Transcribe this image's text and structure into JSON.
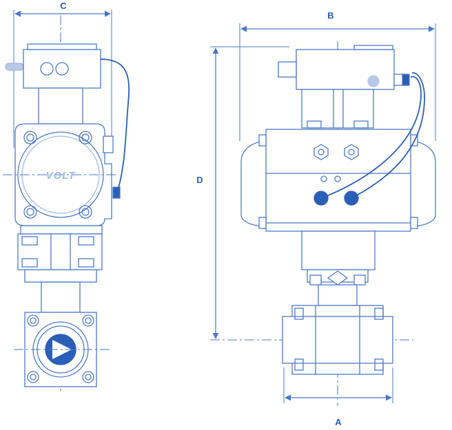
{
  "dimensions": {
    "a_label": "A",
    "b_label": "B",
    "c_label": "C",
    "d_label": "D"
  },
  "logo": {
    "text": "VOLT"
  },
  "colors": {
    "line": "#4a78c8",
    "line_light": "#9fb9e6",
    "fill": "#ffffff",
    "accent": "#2a5fb8",
    "knob": "#b8c8e6"
  },
  "icons": {
    "flow_arrow": "triangle-right-icon",
    "bolt": "bolt-icon"
  }
}
